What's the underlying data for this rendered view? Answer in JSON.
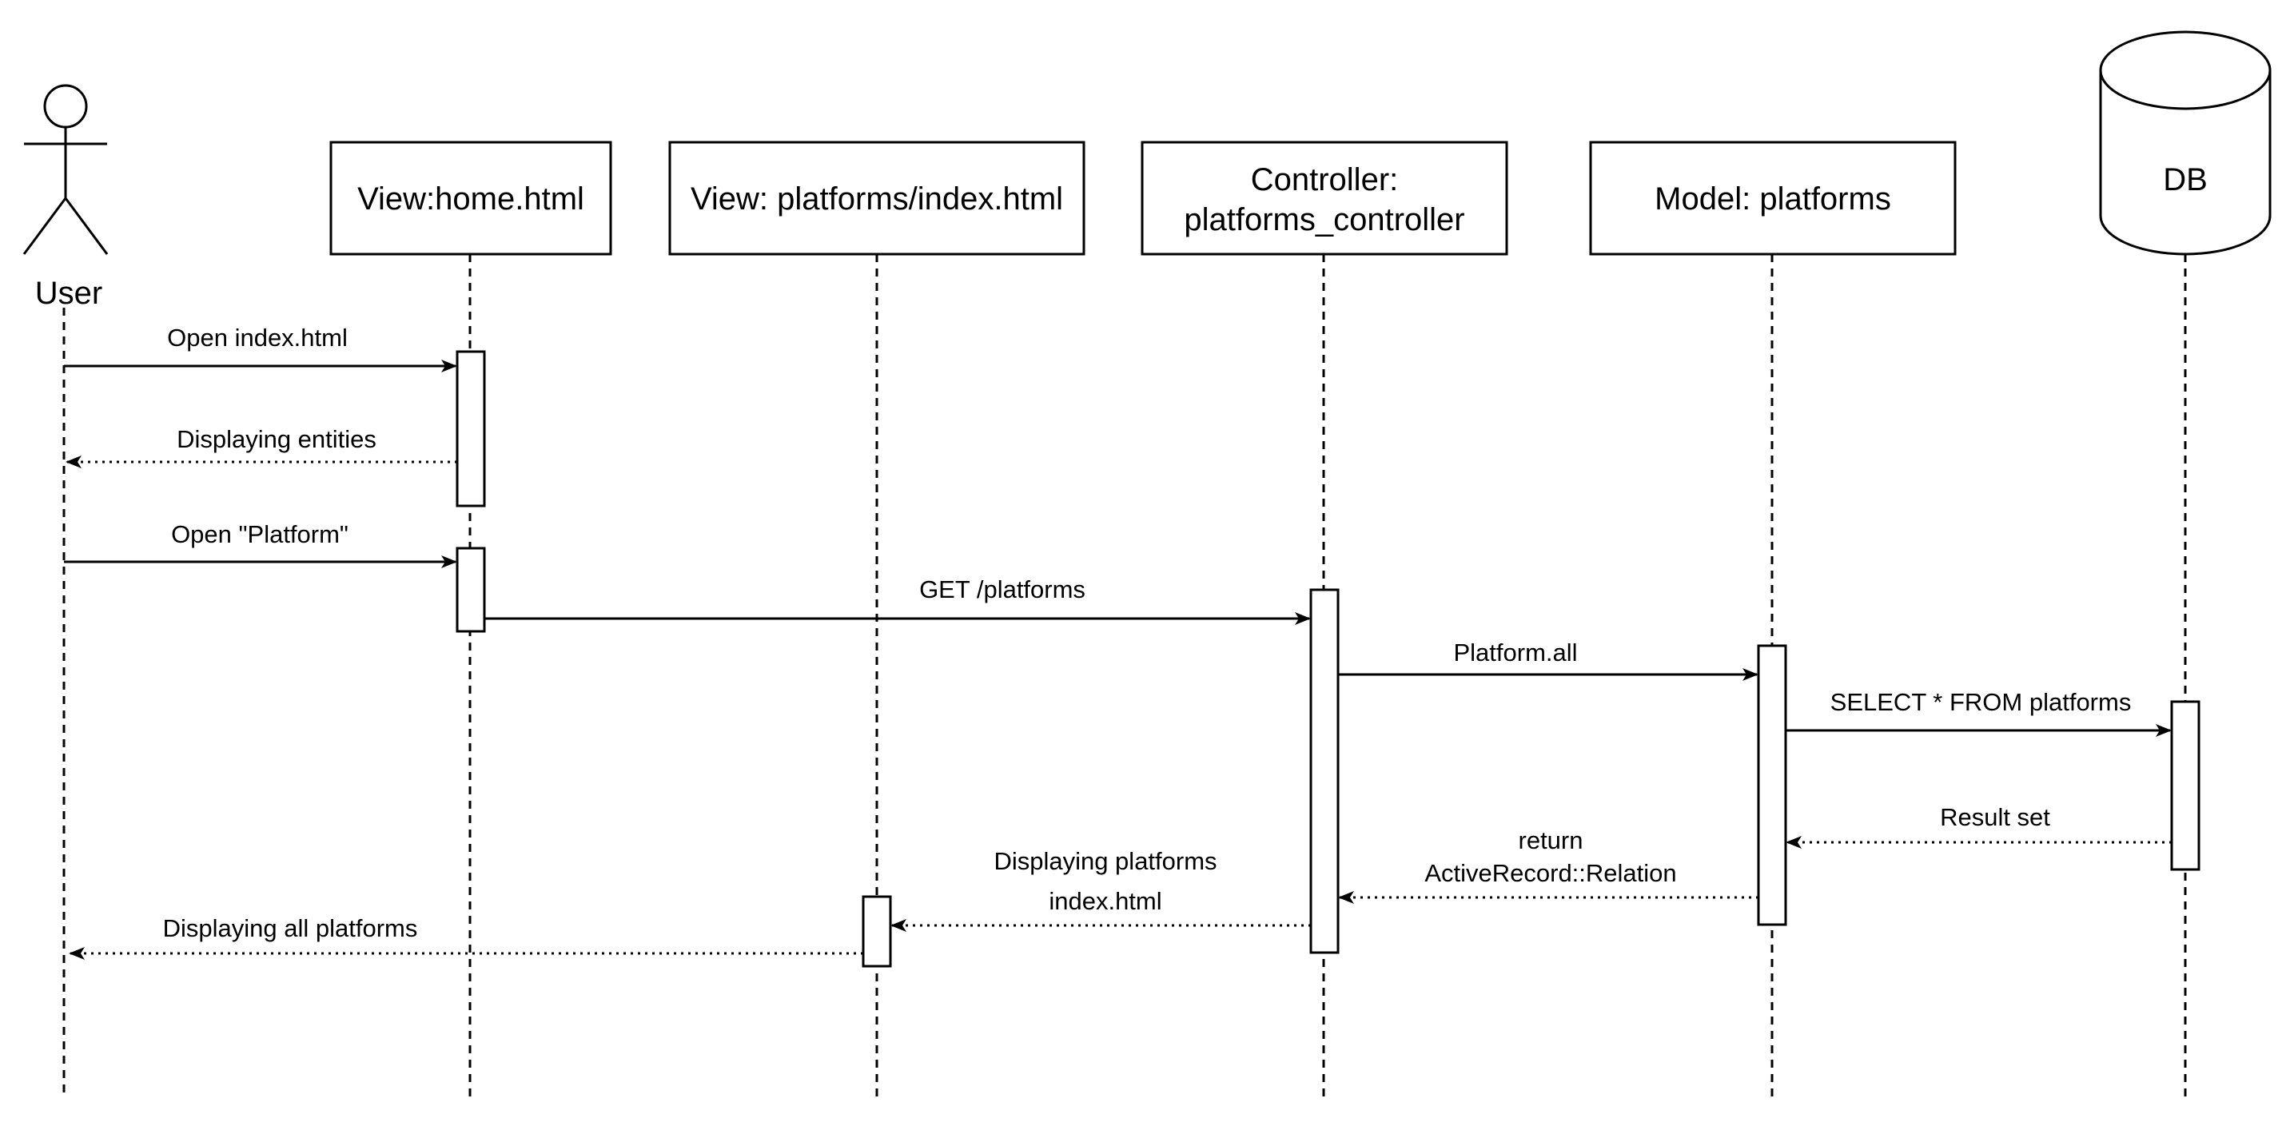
{
  "diagram": {
    "participants": [
      {
        "id": "user",
        "kind": "actor",
        "lines": [
          "User"
        ]
      },
      {
        "id": "home",
        "kind": "box",
        "lines": [
          "View:home.html"
        ]
      },
      {
        "id": "pindex",
        "kind": "box",
        "lines": [
          "View: platforms/index.html"
        ]
      },
      {
        "id": "controller",
        "kind": "box",
        "lines": [
          "Controller:",
          "platforms_controller"
        ]
      },
      {
        "id": "model",
        "kind": "box",
        "lines": [
          "Model: platforms"
        ]
      },
      {
        "id": "db",
        "kind": "database",
        "lines": [
          "DB"
        ]
      }
    ],
    "messages": [
      {
        "id": "open-index",
        "from": "user",
        "to": "home",
        "style": "solid",
        "lines": [
          "Open index.html"
        ]
      },
      {
        "id": "displaying-entities",
        "from": "home",
        "to": "user",
        "style": "dotted",
        "lines": [
          "Displaying entities"
        ]
      },
      {
        "id": "open-platform",
        "from": "user",
        "to": "home",
        "style": "solid",
        "lines": [
          "Open \"Platform\""
        ]
      },
      {
        "id": "get-platforms",
        "from": "home",
        "to": "controller",
        "style": "solid",
        "lines": [
          "GET /platforms"
        ]
      },
      {
        "id": "platform-all",
        "from": "controller",
        "to": "model",
        "style": "solid",
        "lines": [
          "Platform.all"
        ]
      },
      {
        "id": "select-query",
        "from": "model",
        "to": "db",
        "style": "solid",
        "lines": [
          "SELECT * FROM platforms"
        ]
      },
      {
        "id": "result-set",
        "from": "db",
        "to": "model",
        "style": "dotted",
        "lines": [
          "Result set"
        ]
      },
      {
        "id": "return-relation",
        "from": "model",
        "to": "controller",
        "style": "dotted",
        "lines": [
          "return",
          "ActiveRecord::Relation"
        ]
      },
      {
        "id": "displaying-platforms",
        "from": "controller",
        "to": "pindex",
        "style": "dotted",
        "lines": [
          "Displaying platforms",
          "index.html"
        ]
      },
      {
        "id": "displaying-all-platforms",
        "from": "pindex",
        "to": "user",
        "style": "dotted",
        "lines": [
          "Displaying all platforms"
        ]
      }
    ]
  }
}
